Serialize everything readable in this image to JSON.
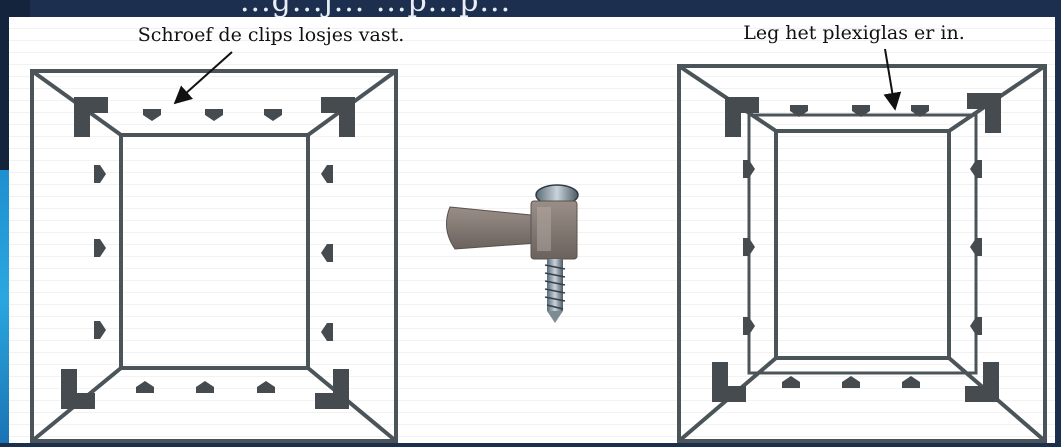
{
  "slide": {
    "title_fragment": "...g...j... ...p...p..."
  },
  "diagram": {
    "left_label": "Schroef de clips losjes vast.",
    "right_label": "Leg het plexiglas er in."
  },
  "icons": {
    "center_image": "clip-with-screw-icon"
  },
  "colors": {
    "frame_stroke": "#4b5458",
    "clip_fill": "#454b4f",
    "background": "#1d2f4e"
  }
}
